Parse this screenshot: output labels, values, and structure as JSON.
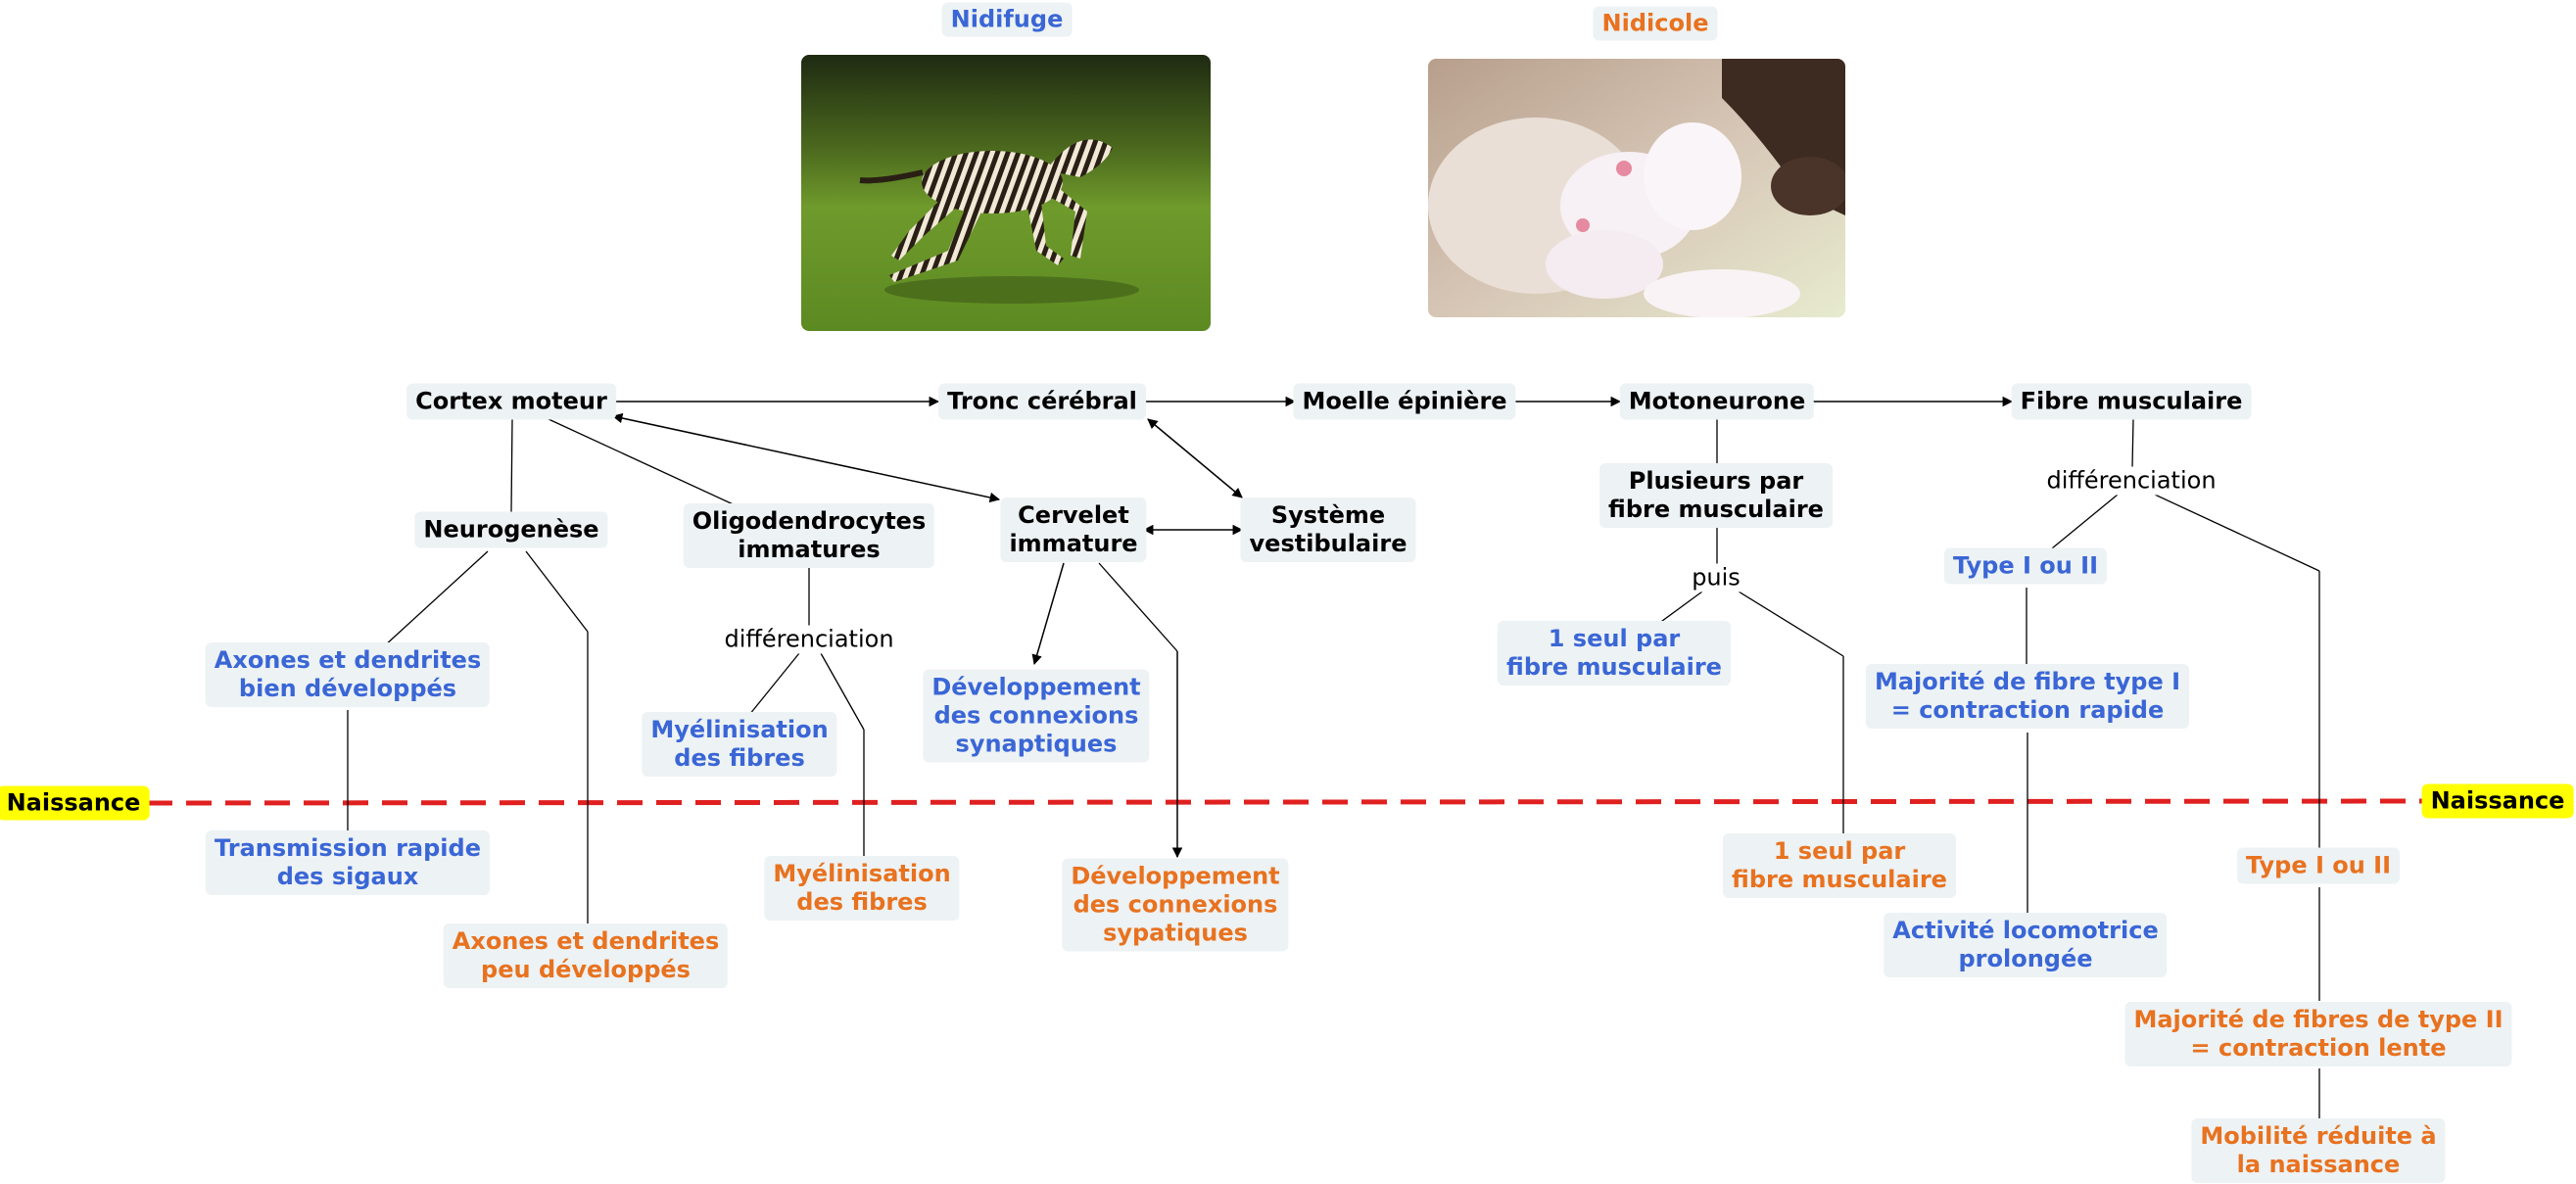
{
  "headers": {
    "nidifuge": "Nidifuge",
    "nidicole": "Nidicole"
  },
  "birth": {
    "left": "Naissance",
    "right": "Naissance"
  },
  "photos": {
    "zebra": "zebra-foal-photo",
    "kittens": "newborn-kittens-photo"
  },
  "nodes": {
    "cortex": "Cortex moteur",
    "tronc": "Tronc cérébral",
    "moelle": "Moelle épinière",
    "motoneurone": "Motoneurone",
    "fibre": "Fibre musculaire",
    "neurogenese": "Neurogenèse",
    "oligo": "Oligodendrocytes\nimmatures",
    "cervelet": "Cervelet\nimmature",
    "vestib": "Système\nvestibulaire",
    "plusieurs": "Plusieurs par\nfibre musculaire",
    "axones_bien": "Axones et dendrites\nbien développés",
    "transmission": "Transmission rapide\ndes sigaux",
    "axones_peu": "Axones et dendrites\npeu développés",
    "myel_blue": "Myélinisation\ndes fibres",
    "myel_orange": "Myélinisation\ndes fibres",
    "dev_syn_blue": "Développement\ndes connexions\nsynaptiques",
    "dev_syn_orange": "Développement\ndes connexions\nsypatiques",
    "un_seul_blue": "1 seul par\nfibre musculaire",
    "un_seul_orange": "1 seul par\nfibre musculaire",
    "type_blue": "Type I ou II",
    "majorite_I": "Majorité de fibre type I\n= contraction rapide",
    "activite": "Activité locomotrice\nprolongée",
    "type_orange": "Type I ou II",
    "majorite_II": "Majorité de fibres de type II\n= contraction lente",
    "mobilite": "Mobilité réduite à\nla naissance"
  },
  "labels": {
    "diff1": "différenciation",
    "diff2": "différenciation",
    "puis": "puis"
  },
  "colors": {
    "blue": "#3a66d6",
    "orange": "#e8721f",
    "birth_line": "#e02020",
    "highlight": "#ffff00",
    "node_bg": "#edf2f4"
  }
}
